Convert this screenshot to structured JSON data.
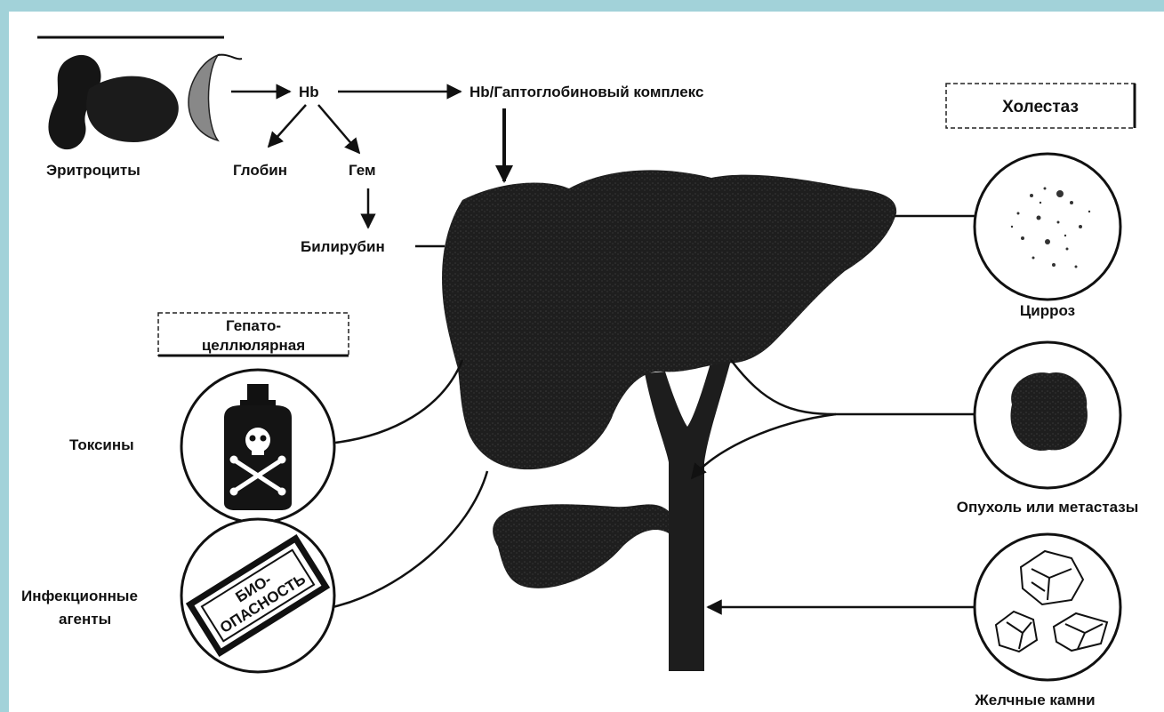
{
  "colors": {
    "background": "#a2d2d9",
    "ink": "#111111",
    "paper": "#ffffff"
  },
  "labels": {
    "erythrocytes": "Эритроциты",
    "hb": "Hb",
    "hb_complex": "Hb/Гаптоглобиновый комплекс",
    "globin": "Глобин",
    "heme": "Гем",
    "bilirubin": "Билирубин",
    "hepatocellular_line1": "Гепато-",
    "hepatocellular_line2": "целлюлярная",
    "toxins": "Токсины",
    "infectious_line1": "Инфекционные",
    "infectious_line2": "агенты",
    "biohazard_line1": "БИО-",
    "biohazard_line2": "ОПАСНОСТЬ",
    "cholestasis": "Холестаз",
    "cirrhosis": "Цирроз",
    "tumor": "Опухоль или метастазы",
    "gallstones": "Желчные камни"
  },
  "icons": {
    "toxin": "poison-bottle-icon",
    "infection": "biohazard-sign-icon",
    "cirrhosis": "cirrhotic-tissue-icon",
    "tumor": "tumor-mass-icon",
    "gallstones": "gallstones-icon"
  }
}
